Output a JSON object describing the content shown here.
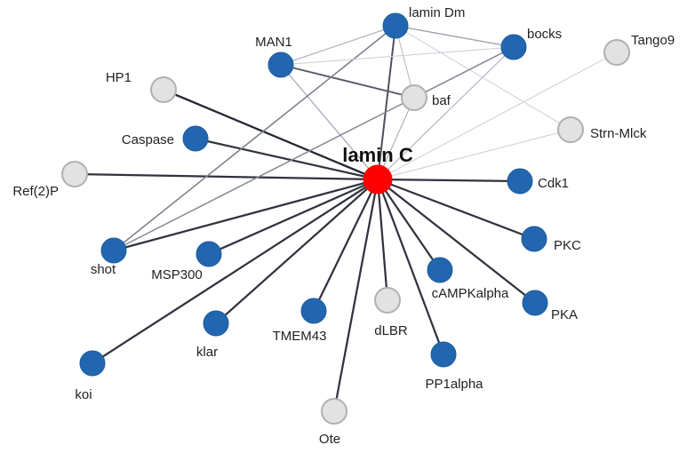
{
  "network": {
    "center": "lamin C",
    "colors": {
      "center": "#ff0000",
      "blue_node": "#2266b0",
      "blue_stroke": "#1e5c9e",
      "gray_node": "#e2e2e2",
      "gray_stroke": "#b0b0b0"
    },
    "nodes": [
      {
        "id": "lamin C",
        "group": "center"
      },
      {
        "id": "lamin Dm",
        "group": "blue"
      },
      {
        "id": "bocks",
        "group": "blue"
      },
      {
        "id": "MAN1",
        "group": "blue"
      },
      {
        "id": "baf",
        "group": "gray"
      },
      {
        "id": "Tango9",
        "group": "gray"
      },
      {
        "id": "HP1",
        "group": "gray"
      },
      {
        "id": "Strn-Mlck",
        "group": "gray"
      },
      {
        "id": "Caspase",
        "group": "blue"
      },
      {
        "id": "Ref(2)P",
        "group": "gray"
      },
      {
        "id": "Cdk1",
        "group": "blue"
      },
      {
        "id": "PKC",
        "group": "blue"
      },
      {
        "id": "shot",
        "group": "blue"
      },
      {
        "id": "MSP300",
        "group": "blue"
      },
      {
        "id": "cAMPKalpha",
        "group": "blue"
      },
      {
        "id": "PKA",
        "group": "blue"
      },
      {
        "id": "dLBR",
        "group": "gray"
      },
      {
        "id": "TMEM43",
        "group": "blue"
      },
      {
        "id": "klar",
        "group": "blue"
      },
      {
        "id": "PP1alpha",
        "group": "blue"
      },
      {
        "id": "koi",
        "group": "blue"
      },
      {
        "id": "Ote",
        "group": "gray"
      }
    ],
    "edges": [
      {
        "source": "lamin C",
        "target": "HP1",
        "weight": 0.95
      },
      {
        "source": "lamin C",
        "target": "Caspase",
        "weight": 0.9
      },
      {
        "source": "lamin C",
        "target": "Ref(2)P",
        "weight": 0.9
      },
      {
        "source": "lamin C",
        "target": "Cdk1",
        "weight": 0.9
      },
      {
        "source": "lamin C",
        "target": "PKC",
        "weight": 0.9
      },
      {
        "source": "lamin C",
        "target": "shot",
        "weight": 0.9
      },
      {
        "source": "lamin C",
        "target": "MSP300",
        "weight": 0.9
      },
      {
        "source": "lamin C",
        "target": "cAMPKalpha",
        "weight": 0.9
      },
      {
        "source": "lamin C",
        "target": "PKA",
        "weight": 0.9
      },
      {
        "source": "lamin C",
        "target": "dLBR",
        "weight": 0.9
      },
      {
        "source": "lamin C",
        "target": "TMEM43",
        "weight": 0.9
      },
      {
        "source": "lamin C",
        "target": "klar",
        "weight": 0.9
      },
      {
        "source": "lamin C",
        "target": "PP1alpha",
        "weight": 0.9
      },
      {
        "source": "lamin C",
        "target": "koi",
        "weight": 0.9
      },
      {
        "source": "lamin C",
        "target": "Ote",
        "weight": 0.9
      },
      {
        "source": "lamin C",
        "target": "lamin Dm",
        "weight": 0.75
      },
      {
        "source": "lamin C",
        "target": "MAN1",
        "weight": 0.3
      },
      {
        "source": "lamin C",
        "target": "bocks",
        "weight": 0.25
      },
      {
        "source": "lamin C",
        "target": "baf",
        "weight": 0.25
      },
      {
        "source": "lamin C",
        "target": "Tango9",
        "weight": 0.12
      },
      {
        "source": "lamin C",
        "target": "Strn-Mlck",
        "weight": 0.12
      },
      {
        "source": "MAN1",
        "target": "baf",
        "weight": 0.7
      },
      {
        "source": "lamin Dm",
        "target": "bocks",
        "weight": 0.35
      },
      {
        "source": "lamin Dm",
        "target": "MAN1",
        "weight": 0.25
      },
      {
        "source": "lamin Dm",
        "target": "baf",
        "weight": 0.2
      },
      {
        "source": "lamin Dm",
        "target": "shot",
        "weight": 0.5
      },
      {
        "source": "lamin Dm",
        "target": "Strn-Mlck",
        "weight": 0.12
      },
      {
        "source": "bocks",
        "target": "baf",
        "weight": 0.35
      },
      {
        "source": "bocks",
        "target": "MAN1",
        "weight": 0.12
      },
      {
        "source": "bocks",
        "target": "shot",
        "weight": 0.45
      }
    ]
  }
}
